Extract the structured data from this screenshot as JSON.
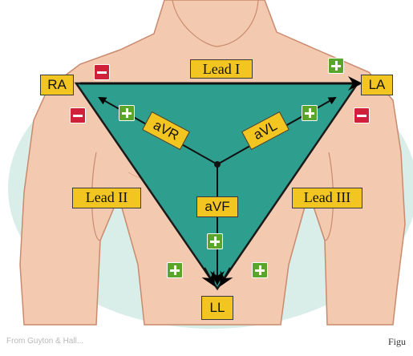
{
  "diagram": {
    "electrodes": {
      "right_arm": "RA",
      "left_arm": "LA",
      "left_leg": "LL"
    },
    "leads": {
      "lead_1": "Lead I",
      "lead_2": "Lead II",
      "lead_3": "Lead III"
    },
    "augmented": {
      "avr": "aVR",
      "avl": "aVL",
      "avf": "aVF"
    },
    "colors": {
      "skin": "#f3c9b0",
      "skin_shadow": "#e0a78c",
      "triangle": "#2e9e8e",
      "label_fill": "#f2c521",
      "positive_sign": "#5aa52b",
      "negative_sign": "#d0203a"
    },
    "caption": "Figu",
    "faint_caption": "From Guyton & Hall..."
  }
}
